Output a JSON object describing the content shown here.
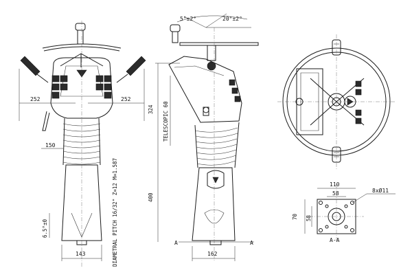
{
  "dimensions": {
    "width_left": "252",
    "width_right": "252",
    "pedal_height": "150",
    "base_width_front": "143",
    "tilt_small": "5°±2°",
    "tilt_large": "20°±2°",
    "height_total": "324",
    "telescopic": "TELESCOPIC 60",
    "column_length": "400",
    "base_width_side": "162",
    "angle_small": "6.5°±0",
    "spline": "DIAMETRAL PITCH 16/32\" Z=12 M=1.587",
    "flange_outer": "110",
    "flange_inner": "58",
    "flange_height": "70",
    "flange_height_inner": "58",
    "holes": "8xØ11",
    "section_label": "A-A",
    "section_mark_left": "A",
    "section_mark_right": "A"
  }
}
